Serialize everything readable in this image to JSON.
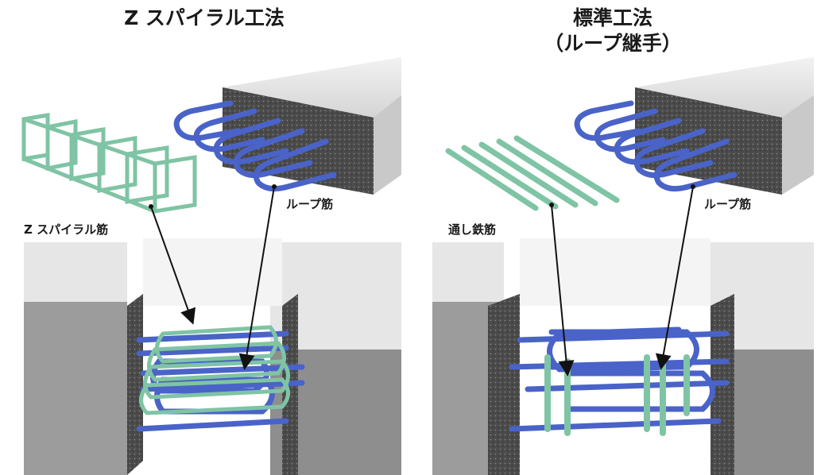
{
  "left": {
    "title": "Z スパイラル工法",
    "label_spiral": "Z スパイラル筋",
    "label_loop": "ループ筋"
  },
  "right": {
    "title_line1": "標準工法",
    "title_line2": "（ループ継手）",
    "label_straight": "通し鉄筋",
    "label_loop": "ループ筋"
  },
  "colors": {
    "loop_bar": "#4a63c8",
    "spiral_bar": "#7fc4a4",
    "concrete_top": "#d9d9d9",
    "concrete_side": "#555555"
  }
}
